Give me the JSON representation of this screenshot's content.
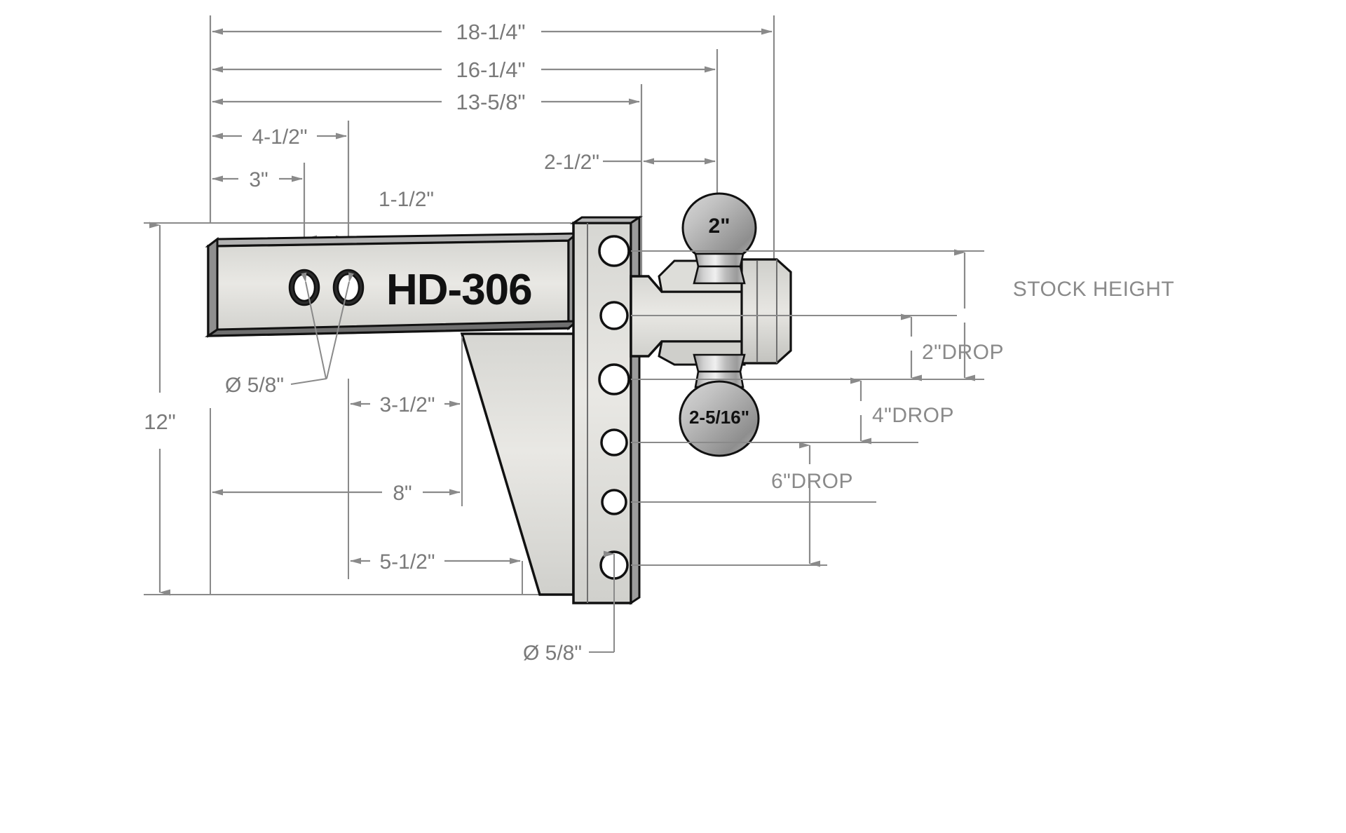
{
  "drawing": {
    "title": "HD-306 Adjustable Drop Hitch Dimensioned Drawing",
    "part_label": "HD-306",
    "line_color": "#8a8a8a",
    "outline_color": "#111111",
    "body_fill": "#e9e8e4",
    "metal_fill": "#b8b8b8"
  },
  "dimensions": {
    "overall_length": "18-1/4\"",
    "length_to_plate_back": "16-1/4\"",
    "length_to_plate_front": "13-5/8\"",
    "shank_hole_far": "4-1/2\"",
    "shank_hole_near": "3\"",
    "hole_spacing": "1-1/2\"",
    "plate_thickness": "2-1/2\"",
    "overall_height": "12\"",
    "leg_top_offset": "3-1/2\"",
    "leg_base_offset": "8\"",
    "leg_bottom_offset": "5-1/2\"",
    "shank_hole_dia": "Ø 5/8\"",
    "plate_hole_dia": "Ø 5/8\""
  },
  "balls": {
    "upper": "2\"",
    "lower": "2-5/16\""
  },
  "heights": [
    {
      "label": "STOCK HEIGHT"
    },
    {
      "label": "2\"DROP"
    },
    {
      "label": "4\"DROP"
    },
    {
      "label": "6\"DROP"
    }
  ]
}
